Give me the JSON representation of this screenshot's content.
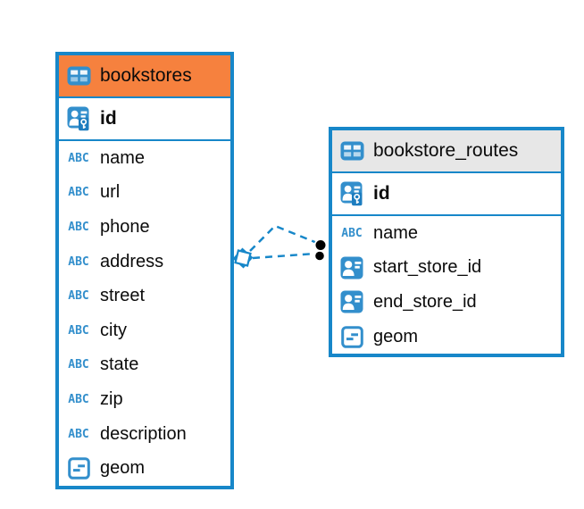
{
  "diagram": {
    "tables": [
      {
        "name": "bookstores",
        "header_color": "#f6813e",
        "primary_key": {
          "name": "id"
        },
        "columns": [
          {
            "name": "name",
            "type": "text"
          },
          {
            "name": "url",
            "type": "text"
          },
          {
            "name": "phone",
            "type": "text"
          },
          {
            "name": "address",
            "type": "text"
          },
          {
            "name": "street",
            "type": "text"
          },
          {
            "name": "city",
            "type": "text"
          },
          {
            "name": "state",
            "type": "text"
          },
          {
            "name": "zip",
            "type": "text"
          },
          {
            "name": "description",
            "type": "text"
          },
          {
            "name": "geom",
            "type": "geometry"
          }
        ]
      },
      {
        "name": "bookstore_routes",
        "header_color": "#e7e7e7",
        "primary_key": {
          "name": "id"
        },
        "columns": [
          {
            "name": "name",
            "type": "text"
          },
          {
            "name": "start_store_id",
            "type": "foreign-key"
          },
          {
            "name": "end_store_id",
            "type": "foreign-key"
          },
          {
            "name": "geom",
            "type": "geometry"
          }
        ]
      }
    ],
    "relationship": {
      "from_table": "bookstore_routes",
      "to_table": "bookstores",
      "line_style": "dashed",
      "line_count": 2,
      "from_marker": "black-dots",
      "to_marker": "diamond"
    },
    "icons": {
      "text_type_label": "ABC"
    },
    "colors": {
      "table_border": "#1787c9",
      "icon_blue": "#338fcc",
      "bookstores_header": "#f6813e",
      "bookstore_routes_header": "#e7e7e7",
      "relationship_line": "#1787c9",
      "text": "#0b0b0b",
      "background": "#ffffff"
    }
  }
}
